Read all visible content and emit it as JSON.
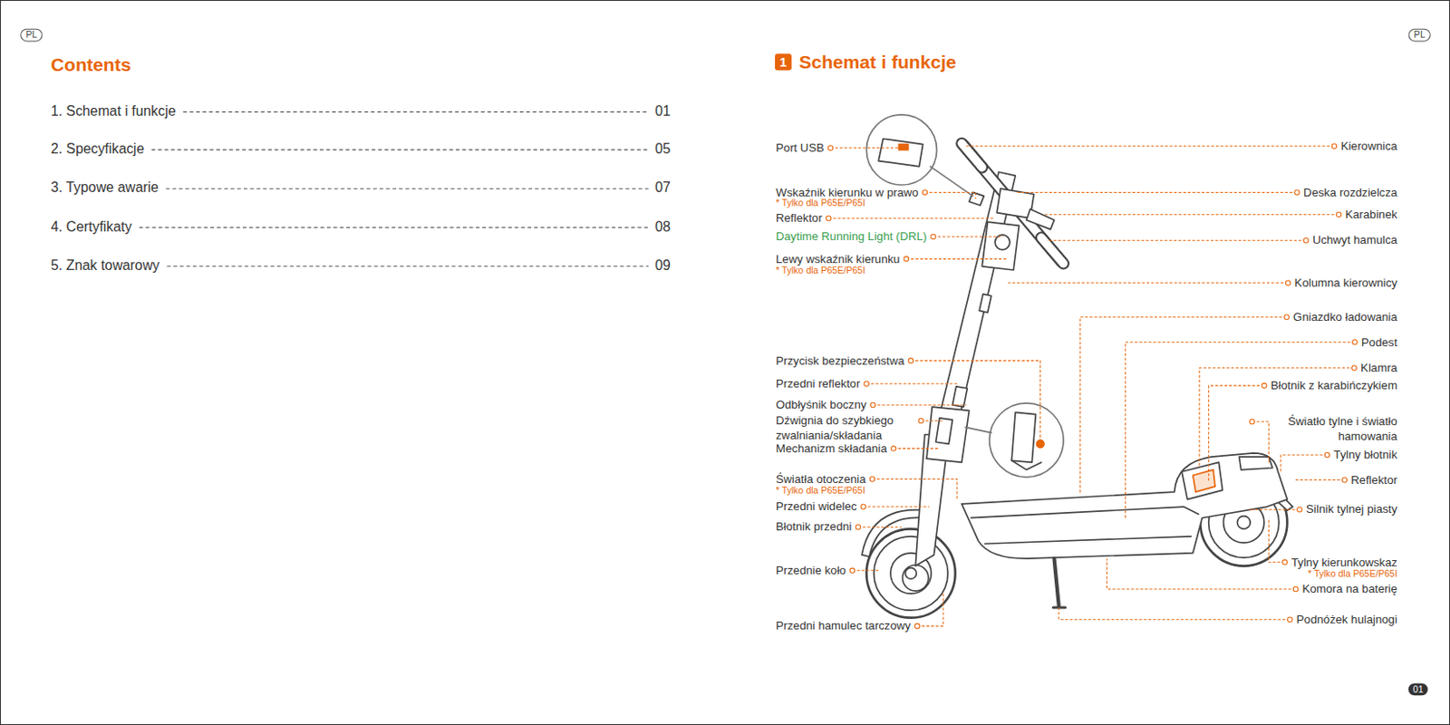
{
  "diagram": {
    "title": "Contents",
    "nodes": [
      {
        "text": [
          "PL"
        ]
      },
      {
        "text": [
          "PL"
        ]
      },
      {
        "text": [
          "1",
          "Schemat i funkcje"
        ]
      },
      {
        "text": [
          "01"
        ]
      }
    ],
    "labels": [
      "1. Schemat i funkcje",
      "01",
      "2. Specyfikacje",
      "05",
      "3. Typowe awarie",
      "07",
      "4. Certyfikaty",
      "08",
      "5. Znak towarowy",
      "09",
      "Port USB",
      "Wskaźnik kierunku w prawo",
      "* Tylko dla P65E/P65I",
      "Reflektor",
      "Daytime Running Light (DRL)",
      "Lewy wskaźnik kierunku",
      "* Tylko dla P65E/P65I",
      "Przycisk bezpieczeństwa",
      "Przedni reflektor",
      "Odbłyśnik boczny",
      "Dźwignia do szybkiego zwalniania/składania",
      "Mechanizm składania",
      "Światła otoczenia",
      "* Tylko dla P65E/P65I",
      "Przedni widelec",
      "Błotnik przedni",
      "Przednie koło",
      "Przedni hamulec tarczowy",
      "Kierownica",
      "Deska rozdzielcza",
      "Karabinek",
      "Uchwyt hamulca",
      "Kolumna kierownicy",
      "Gniazdko ładowania",
      "Podest",
      "Klamra",
      "Błotnik z karabińczykiem",
      "Światło tylne i światło hamowania",
      "Tylny błotnik",
      "Reflektor",
      "Silnik tylnej piasty",
      "Tylny kierunkowskaz",
      "* Tylko dla P65E/P65I",
      "Komora na baterię",
      "Podnóżek hulajnogi"
    ]
  }
}
